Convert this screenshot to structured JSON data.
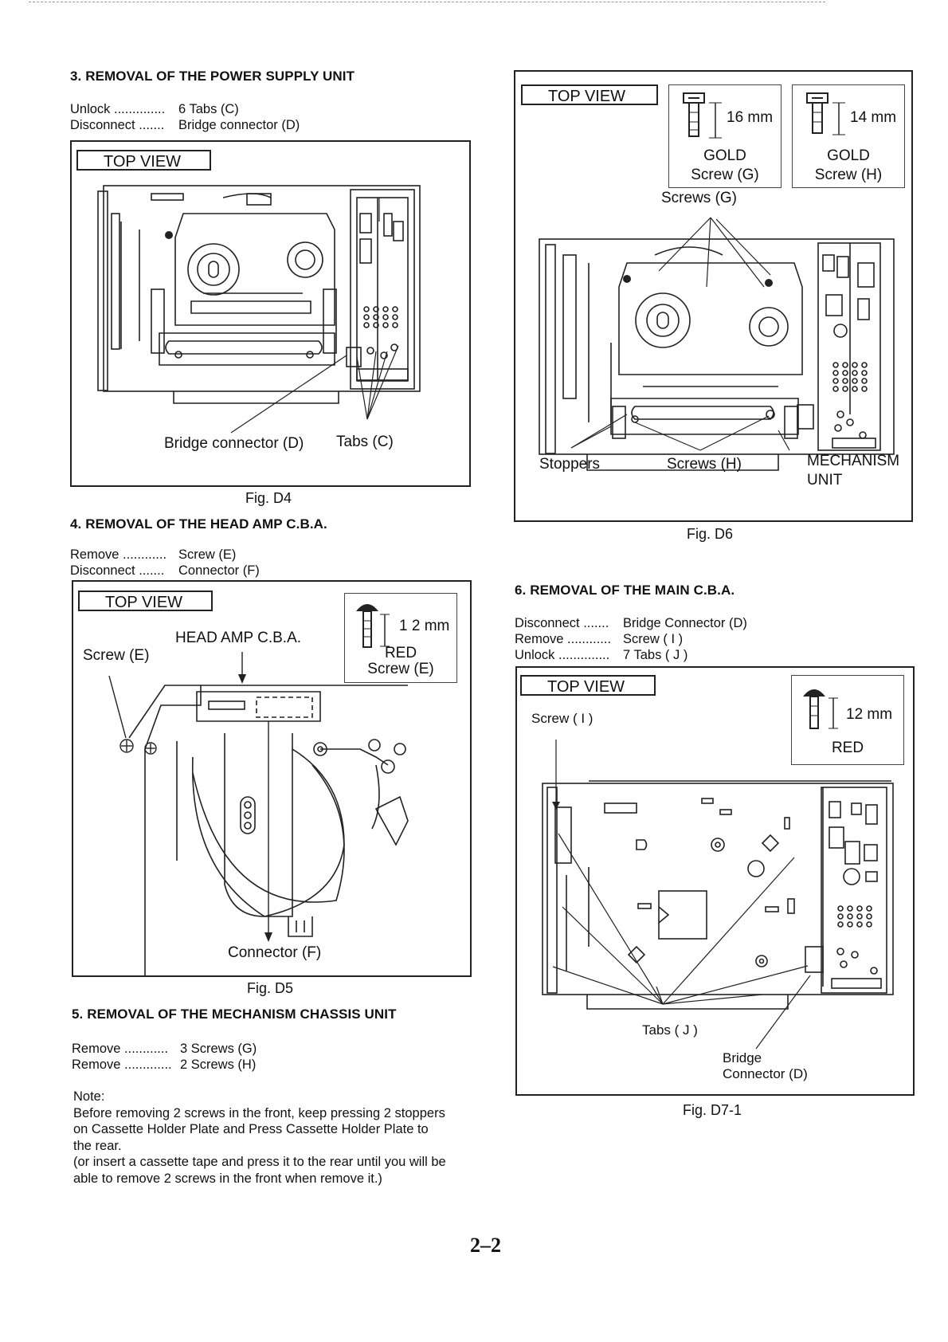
{
  "page_number": "2–2",
  "sections": {
    "s3": {
      "title": "3. REMOVAL OF THE POWER SUPPLY UNIT",
      "steps": [
        {
          "action": "Unlock ..............",
          "item": "6 Tabs  (C)"
        },
        {
          "action": "Disconnect .......",
          "item": "Bridge connector (D)"
        }
      ]
    },
    "s4": {
      "title": "4. REMOVAL OF THE HEAD AMP C.B.A.",
      "steps": [
        {
          "action": "Remove ............",
          "item": "Screw (E)"
        },
        {
          "action": "Disconnect .......",
          "item": "Connector (F)"
        }
      ]
    },
    "s5": {
      "title": "5. REMOVAL OF THE  MECHANISM CHASSIS UNIT",
      "steps": [
        {
          "action": "Remove ............",
          "item": "3 Screws (G)"
        },
        {
          "action": "Remove .............",
          "item": "2 Screws (H)"
        }
      ],
      "note_heading": "Note:",
      "note_lines": [
        "Before removing 2 screws in the front, keep pressing 2 stoppers",
        "on Cassette Holder Plate and Press Cassette Holder Plate to",
        "the rear.",
        "(or insert a cassette tape and press it to the rear until you will be",
        "able to remove 2 screws in the front when remove it.)"
      ]
    },
    "s6": {
      "title": "6. REMOVAL OF THE MAIN C.B.A.",
      "steps": [
        {
          "action": "Disconnect .......",
          "item": "Bridge Connector (D)"
        },
        {
          "action": "Remove ............",
          "item": "Screw ( I )"
        },
        {
          "action": "Unlock ..............",
          "item": "7 Tabs ( J )"
        }
      ]
    }
  },
  "figures": {
    "d4": {
      "caption": "Fig. D4",
      "top_view": "TOP VIEW",
      "labels": {
        "bridge": "Bridge connector (D)",
        "tabs": "Tabs  (C)"
      }
    },
    "d5": {
      "caption": "Fig. D5",
      "top_view": "TOP VIEW",
      "labels": {
        "screw": "Screw (E)",
        "head_amp": "HEAD AMP C.B.A.",
        "connector": "Connector (F)"
      },
      "screw_spec": {
        "size": "1 2 mm",
        "color": "RED",
        "name": "Screw (E)"
      }
    },
    "d6": {
      "caption": "Fig. D6",
      "top_view": "TOP VIEW",
      "labels": {
        "screws_g": "Screws (G)",
        "stoppers": "Stoppers",
        "screws_h": "Screws (H)",
        "mech_1": "MECHANISM",
        "mech_2": "UNIT"
      },
      "screw_g": {
        "size": "16 mm",
        "color": "GOLD",
        "name": "Screw (G)"
      },
      "screw_h": {
        "size": "14 mm",
        "color": "GOLD",
        "name": "Screw (H)"
      }
    },
    "d7": {
      "caption": "Fig. D7-1",
      "top_view": "TOP VIEW",
      "labels": {
        "screw": "Screw ( I )",
        "tabs": "Tabs ( J )",
        "bridge_1": "Bridge",
        "bridge_2": "Connector (D)"
      },
      "screw_spec": {
        "size": "12 mm",
        "color": "RED"
      }
    }
  }
}
